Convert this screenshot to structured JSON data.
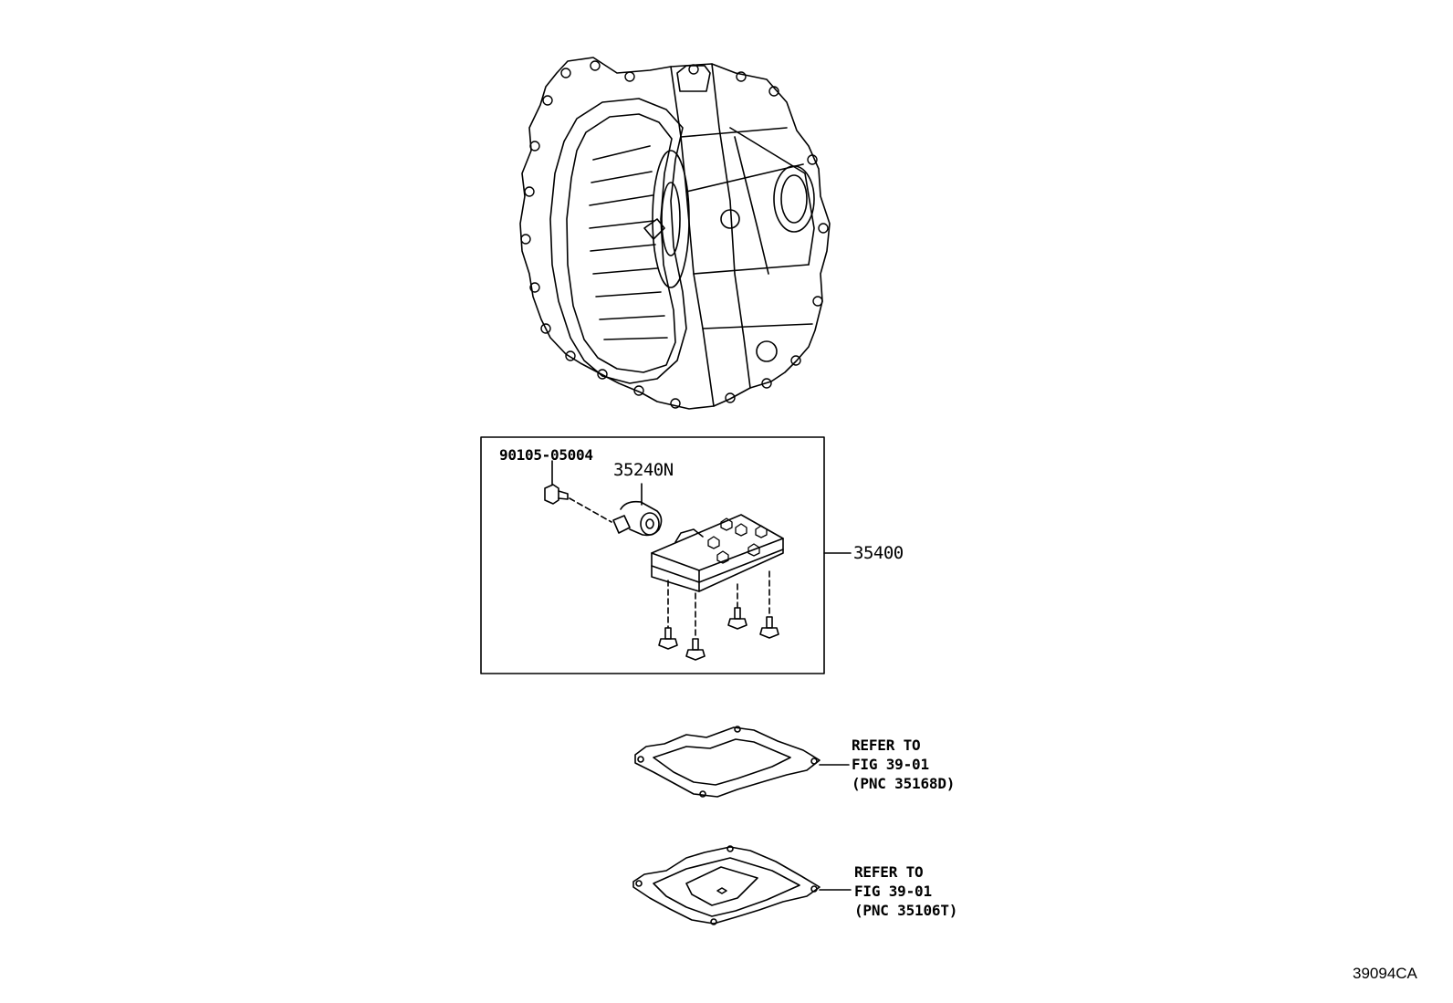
{
  "parts": {
    "bolt_part_number": "90105-05004",
    "solenoid_part_number": "35240N",
    "valve_body_part_number": "35400"
  },
  "references": [
    {
      "line1": "REFER TO",
      "line2": "FIG 39-01",
      "line3": "(PNC 35168D)"
    },
    {
      "line1": "REFER TO",
      "line2": "FIG 39-01",
      "line3": "(PNC 35106T)"
    }
  ],
  "figure_code": "39094CA"
}
